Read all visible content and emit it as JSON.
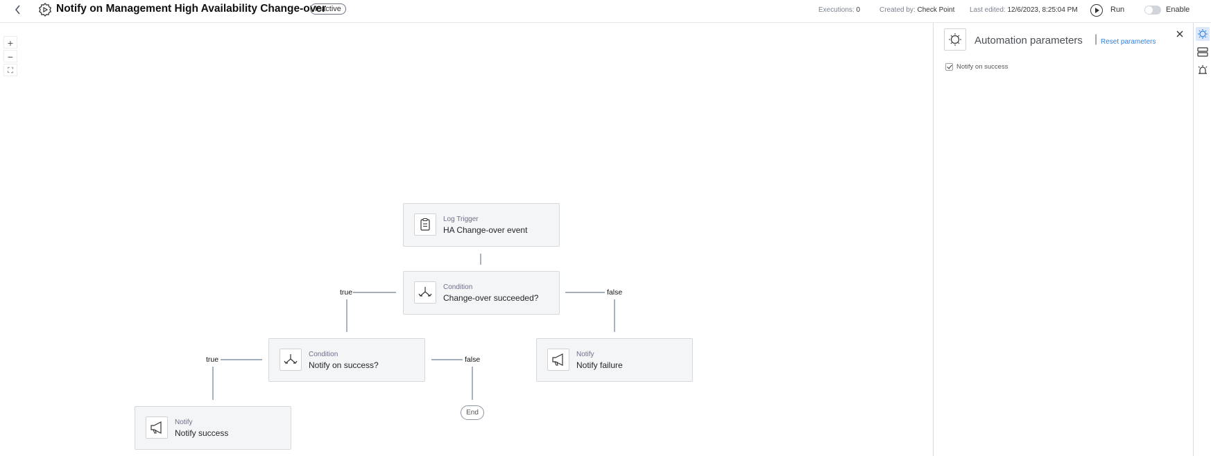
{
  "header": {
    "title": "Notify on Management High Availability Change-over",
    "status_badge": "Inactive",
    "executions_label": "Executions:",
    "executions_value": "0",
    "created_by_label": "Created by:",
    "created_by_value": "Check Point",
    "last_edited_label": "Last edited:",
    "last_edited_value": "12/6/2023, 8:25:04 PM",
    "run_label": "Run",
    "enable_label": "Enable",
    "enable_on": false
  },
  "zoom_controls": {
    "zoom_in": "+",
    "zoom_out": "−",
    "fit": "⛶"
  },
  "flow": {
    "trigger": {
      "kind": "Log Trigger",
      "name": "HA Change-over event"
    },
    "condition_main": {
      "kind": "Condition",
      "name": "Change-over succeeded?"
    },
    "condition_success": {
      "kind": "Condition",
      "name": "Notify on success?"
    },
    "notify_failure": {
      "kind": "Notify",
      "name": "Notify failure"
    },
    "notify_success": {
      "kind": "Notify",
      "name": "Notify success"
    },
    "labels": {
      "true_a": "true",
      "false_a": "false",
      "true_b": "true",
      "false_b": "false"
    },
    "end": "End"
  },
  "panel": {
    "title": "Automation parameters",
    "separator": "|",
    "reset": "Reset parameters",
    "params": [
      {
        "label": "Notify on success",
        "checked": true
      }
    ]
  },
  "colors": {
    "accent": "#2f7fe0",
    "line": "#6d7f95"
  }
}
